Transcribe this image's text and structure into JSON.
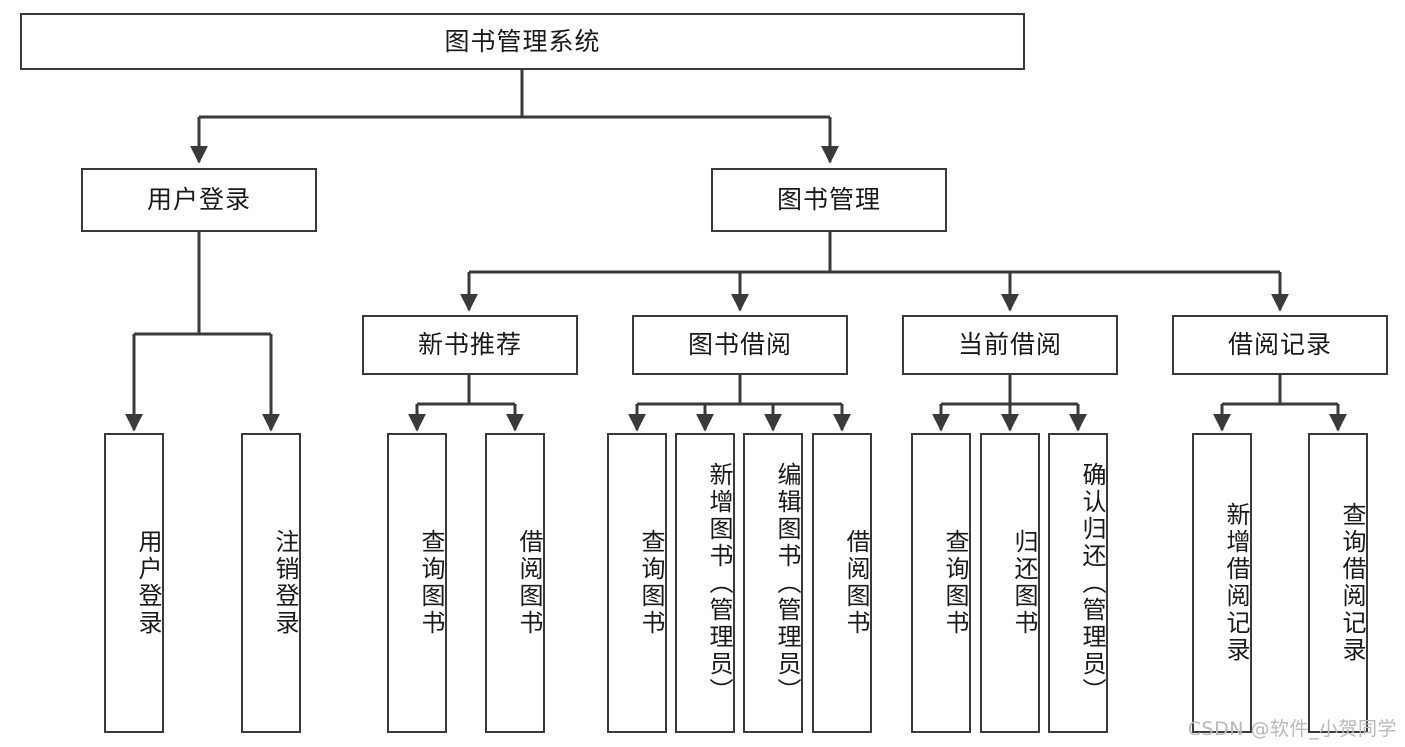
{
  "diagram": {
    "title": "图书管理系统",
    "type": "tree",
    "watermark": "CSDN @软件_小贺同学",
    "colors": {
      "box_border": "#3a3a3a",
      "box_fill": "#ffffff",
      "line": "#3a3a3a",
      "text": "#1a1a1a",
      "watermark": "#b9b9b9",
      "background": "#ffffff"
    },
    "root": {
      "label": "图书管理系统"
    },
    "level2": [
      {
        "label": "用户登录"
      },
      {
        "label": "图书管理"
      }
    ],
    "level3": [
      {
        "label": "新书推荐"
      },
      {
        "label": "图书借阅"
      },
      {
        "label": "当前借阅"
      },
      {
        "label": "借阅记录"
      }
    ],
    "leaves": {
      "user_login": [
        {
          "label": "用户登录"
        },
        {
          "label": "注销登录"
        }
      ],
      "new_book": [
        {
          "label": "查询图书"
        },
        {
          "label": "借阅图书"
        }
      ],
      "book_borrow": [
        {
          "label": "查询图书"
        },
        {
          "label": "新增图书（管理员）"
        },
        {
          "label": "编辑图书（管理员）"
        },
        {
          "label": "借阅图书"
        }
      ],
      "current_borrow": [
        {
          "label": "查询图书"
        },
        {
          "label": "归还图书"
        },
        {
          "label": "确认归还（管理员）"
        }
      ],
      "borrow_record": [
        {
          "label": "新增借阅记录"
        },
        {
          "label": "查询借阅记录"
        }
      ]
    }
  }
}
